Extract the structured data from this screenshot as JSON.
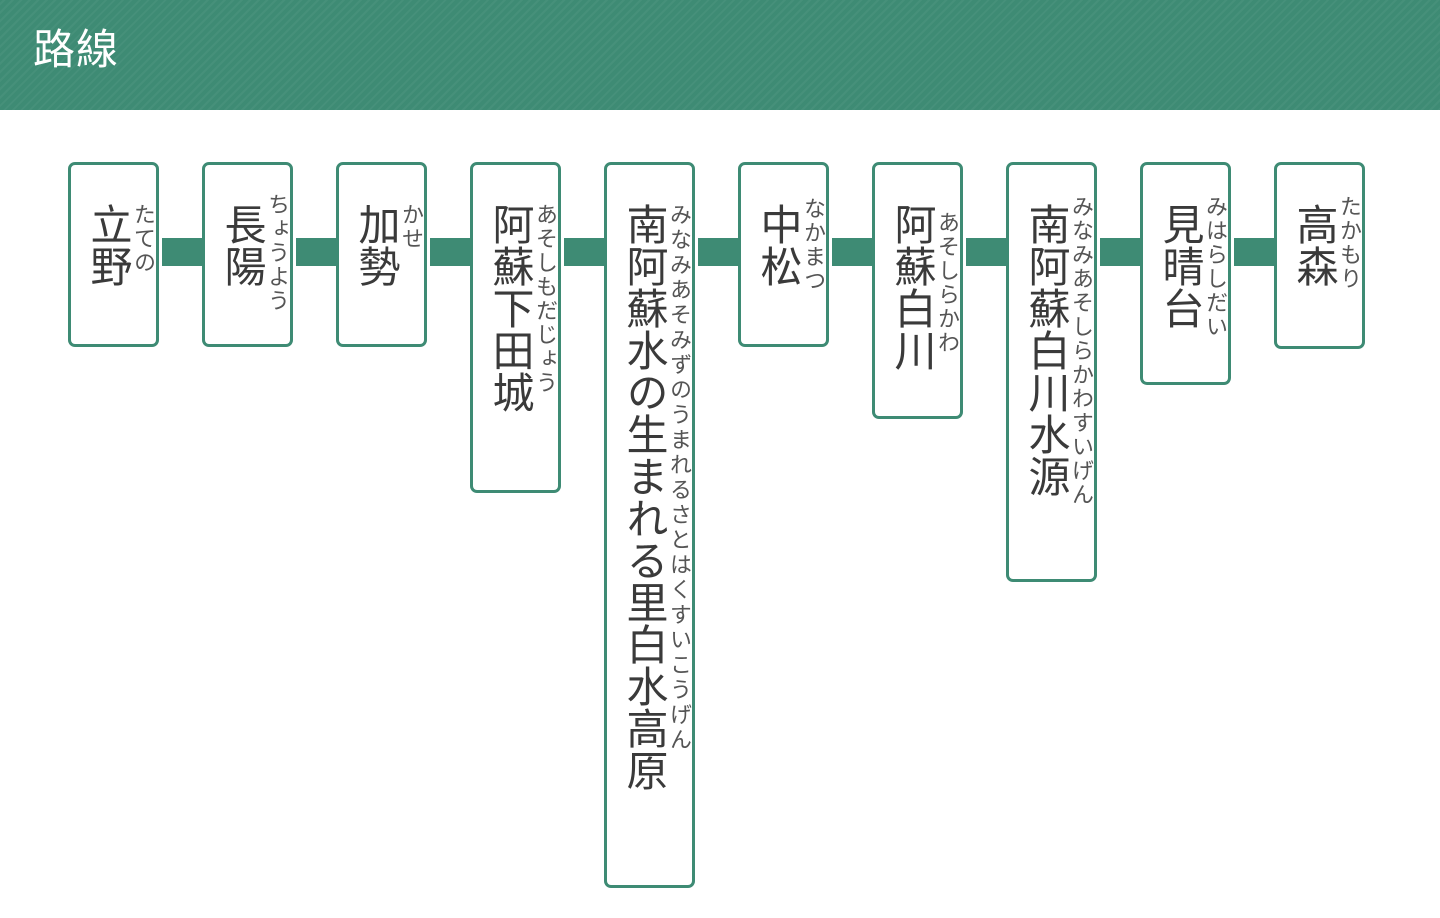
{
  "header": {
    "title": "路線"
  },
  "colors": {
    "accent": "#3e8b74",
    "text": "#3a3a3a",
    "kana_text": "#555555",
    "background": "#ffffff"
  },
  "route": {
    "stations": [
      {
        "name": "立野",
        "reading": "たての"
      },
      {
        "name": "長陽",
        "reading": "ちょうよう"
      },
      {
        "name": "加勢",
        "reading": "かせ"
      },
      {
        "name": "阿蘇下田城",
        "reading": "あそしもだじょう"
      },
      {
        "name": "南阿蘇水の生まれる里白水高原",
        "reading": "みなみあそみずのうまれるさとはくすいこうげん"
      },
      {
        "name": "中松",
        "reading": "なかまつ"
      },
      {
        "name": "阿蘇白川",
        "reading": "あそしらかわ"
      },
      {
        "name": "南阿蘇白川水源",
        "reading": "みなみあそしらかわすいげん"
      },
      {
        "name": "見晴台",
        "reading": "みはらしだい"
      },
      {
        "name": "高森",
        "reading": "たかもり"
      }
    ]
  }
}
